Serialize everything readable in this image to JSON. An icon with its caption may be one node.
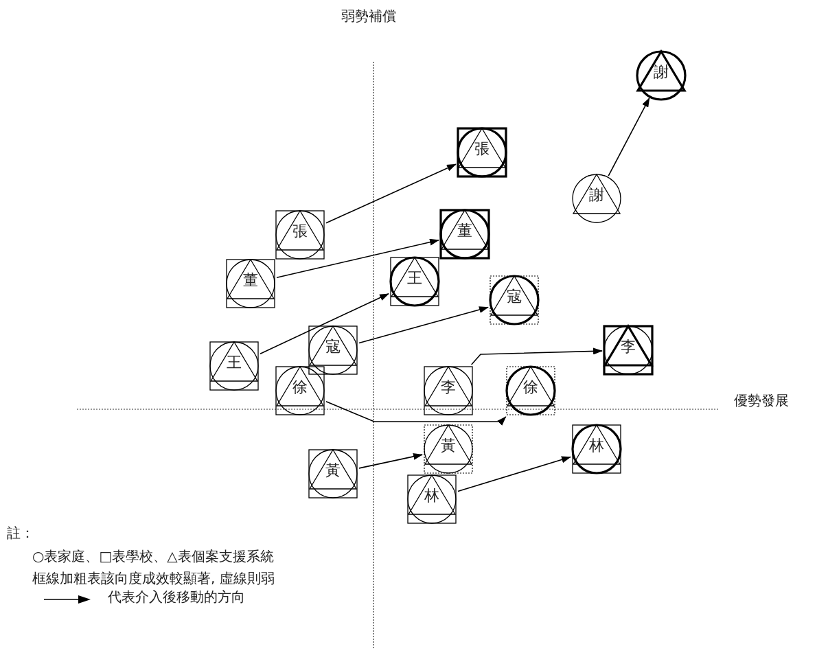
{
  "diagram": {
    "nodes": [
      {
        "text": [
          "謝"
        ]
      },
      {
        "text": [
          "張"
        ]
      },
      {
        "text": [
          "謝"
        ]
      },
      {
        "text": [
          "張"
        ]
      },
      {
        "text": [
          "董"
        ]
      },
      {
        "text": [
          "董"
        ]
      },
      {
        "text": [
          "王"
        ]
      },
      {
        "text": [
          "寇"
        ]
      },
      {
        "text": [
          "王"
        ]
      },
      {
        "text": [
          "寇"
        ]
      },
      {
        "text": [
          "李"
        ]
      },
      {
        "text": [
          "徐"
        ]
      },
      {
        "text": [
          "李"
        ]
      },
      {
        "text": [
          "徐"
        ]
      },
      {
        "text": [
          "黃"
        ]
      },
      {
        "text": [
          "林"
        ]
      },
      {
        "text": [
          "黃"
        ]
      },
      {
        "text": [
          "林"
        ]
      }
    ],
    "edges": [
      {
        "from": 2,
        "to": 0,
        "arrow": "to"
      },
      {
        "from": 3,
        "to": 1,
        "arrow": "to"
      },
      {
        "from": 5,
        "to": 4,
        "arrow": "to"
      },
      {
        "from": 8,
        "to": 6,
        "arrow": "to"
      },
      {
        "from": 9,
        "to": 7,
        "arrow": "to"
      },
      {
        "from": 12,
        "to": 10,
        "arrow": "to"
      },
      {
        "from": 11,
        "to": 13,
        "arrow": "to"
      },
      {
        "from": 16,
        "to": 14,
        "arrow": "to"
      },
      {
        "from": 17,
        "to": 15,
        "arrow": "to"
      }
    ],
    "labels": [
      "弱勢補償",
      "優勢發展",
      "註：",
      "○表家庭、□表學校、△表個案支援系統",
      "框線加粗表該向度成效較顯著, 虛線則弱"
    ],
    "legend": [
      {
        "text": "代表介入後移動的方向"
      }
    ]
  }
}
